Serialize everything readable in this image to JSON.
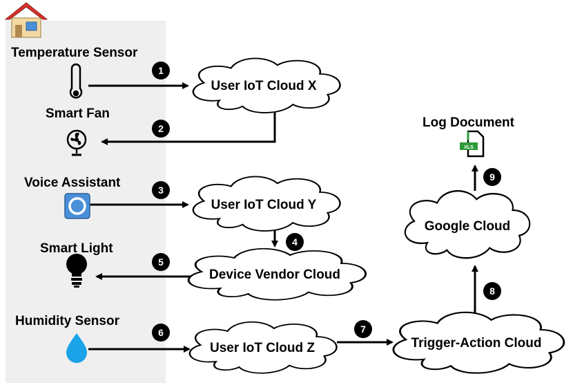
{
  "devices": {
    "temperature_sensor": "Temperature Sensor",
    "smart_fan": "Smart Fan",
    "voice_assistant": "Voice Assistant",
    "smart_light": "Smart Light",
    "humidity_sensor": "Humidity Sensor"
  },
  "clouds": {
    "cloud_x": "User IoT Cloud X",
    "cloud_y": "User IoT Cloud Y",
    "vendor": "Device Vendor Cloud",
    "cloud_z": "User IoT Cloud Z",
    "trigger_action": "Trigger-Action Cloud",
    "google": "Google Cloud"
  },
  "log_document": "Log Document",
  "file_badge": "XLS",
  "steps": [
    "1",
    "2",
    "3",
    "4",
    "5",
    "6",
    "7",
    "8",
    "9"
  ],
  "colors": {
    "panel": "#efefef",
    "water_drop": "#1aa3e8",
    "voice_button": "#4a90d9",
    "file_green": "#2e9a3a",
    "roof_red": "#d9322b"
  },
  "icons": {
    "home": "house-icon",
    "temperature": "thermometer-icon",
    "fan": "fan-icon",
    "voice": "voice-assistant-icon",
    "light": "lightbulb-icon",
    "humidity": "water-drop-icon",
    "document": "xls-document-icon"
  }
}
